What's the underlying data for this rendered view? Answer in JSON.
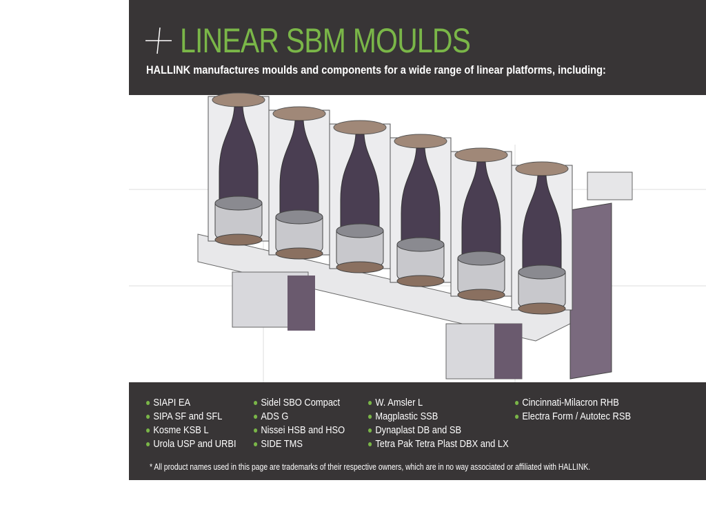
{
  "header": {
    "title": "LINEAR SBM MOULDS",
    "subtitle": "HALLINK manufactures moulds and components for a wide range of linear platforms, including:",
    "icon": "plus-icon"
  },
  "colors": {
    "accent": "#7ab648",
    "panel": "#383536"
  },
  "platforms": [
    [
      "SIAPI EA",
      "SIPA SF and SFL",
      "Kosme KSB L",
      "Urola USP and URBI"
    ],
    [
      "Sidel SBO Compact",
      "ADS G",
      "Nissei HSB and HSO",
      "SIDE TMS"
    ],
    [
      "W. Amsler L",
      "Magplastic SSB",
      "Dynaplast DB and SB",
      "Tetra Pak Tetra Plast DBX and LX"
    ],
    [
      "Cincinnati-Milacron RHB",
      "Electra Form / Autotec RSB"
    ]
  ],
  "footnote": "* All product names used in this page are trademarks of their respective owners, which are in no way associated or affiliated with HALLINK."
}
